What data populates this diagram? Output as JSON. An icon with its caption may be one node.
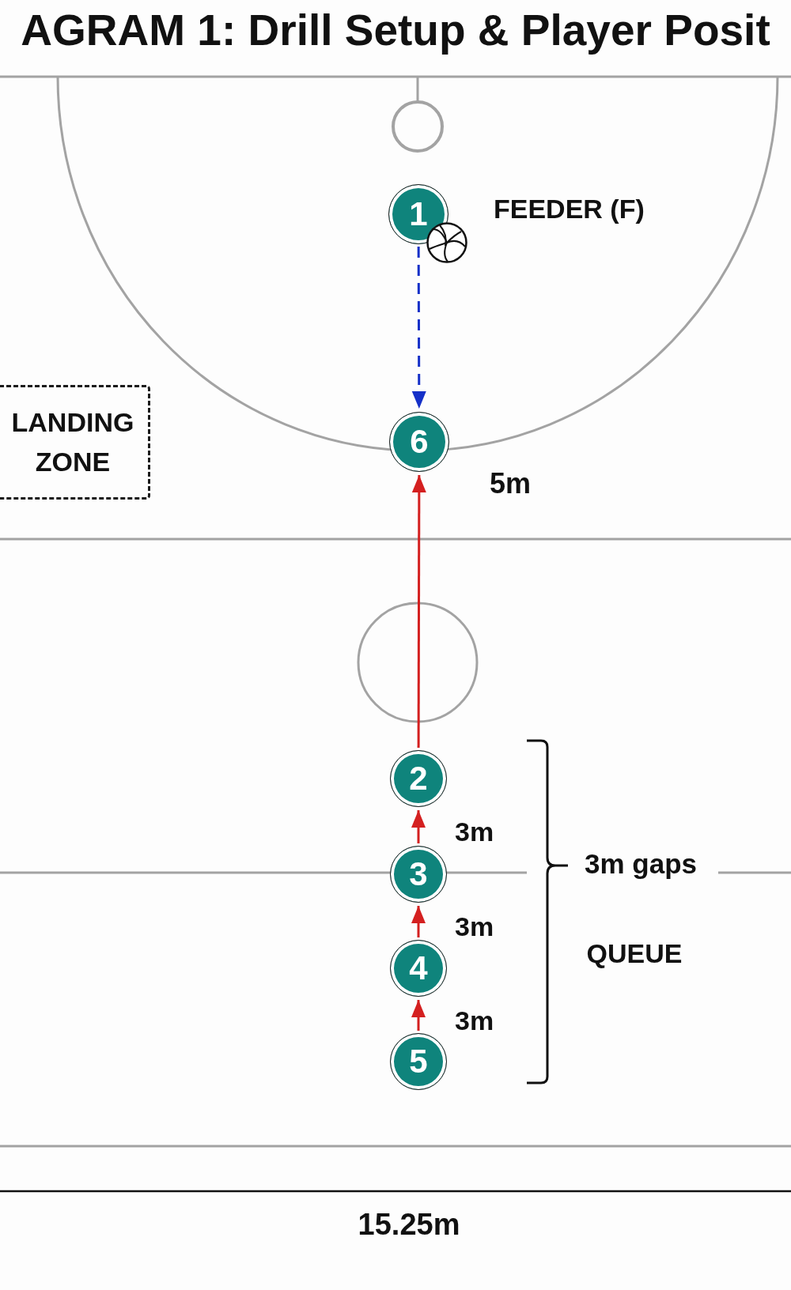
{
  "diagram": {
    "title": "AGRAM 1: Drill Setup & Player Posit",
    "nodes": [
      {
        "text": [
          "1"
        ],
        "beside": [
          "FEEDER (F)"
        ]
      },
      {
        "text": [
          "LANDING ZONE"
        ]
      },
      {
        "text": [
          "6"
        ]
      },
      {
        "text": [
          "2"
        ]
      },
      {
        "text": [
          "3"
        ]
      },
      {
        "text": [
          "4"
        ]
      },
      {
        "text": [
          "5"
        ]
      }
    ],
    "edges": [
      {
        "from": 0,
        "to": 2,
        "arrow": "to",
        "style": "dashed",
        "color": "#1530c8"
      },
      {
        "from": 3,
        "to": 2,
        "arrow": "to"
      },
      {
        "from": 4,
        "to": 3,
        "arrow": "to",
        "label": "3m"
      },
      {
        "from": 5,
        "to": 4,
        "arrow": "to",
        "label": "3m"
      },
      {
        "from": 6,
        "to": 5,
        "arrow": "to",
        "label": "3m"
      }
    ],
    "labels": [
      "5m",
      "3m gaps",
      "QUEUE",
      "15.25m"
    ]
  }
}
